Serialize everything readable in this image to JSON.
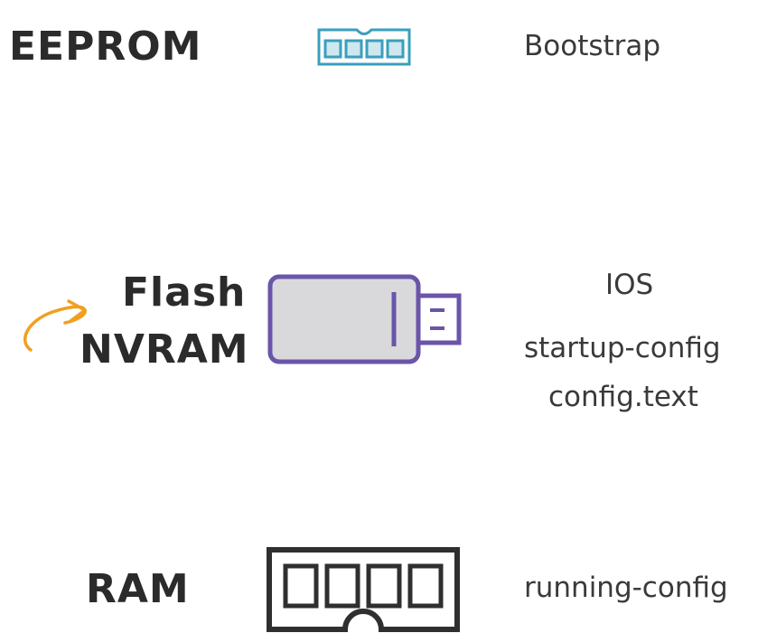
{
  "rows": {
    "eeprom": {
      "label": "EEPROM",
      "icon": "eeprom-chip-icon",
      "contents": [
        "Bootstrap"
      ]
    },
    "flash_nvram": {
      "label_top": "Flash",
      "label_bottom": "NVRAM",
      "icon": "usb-flash-drive-icon",
      "annotation_icon": "curved-arrow-icon",
      "contents": [
        "IOS",
        "startup-config",
        "config.text"
      ]
    },
    "ram": {
      "label": "RAM",
      "icon": "ram-module-icon",
      "contents": [
        "running-config"
      ]
    }
  },
  "colors": {
    "text": "#2b2b2b",
    "eeprom_icon": "#3a9fbd",
    "flash_icon": "#6a55a8",
    "flash_fill": "#d9d9dc",
    "ram_icon": "#2f2f2f",
    "arrow": "#f0a020"
  }
}
